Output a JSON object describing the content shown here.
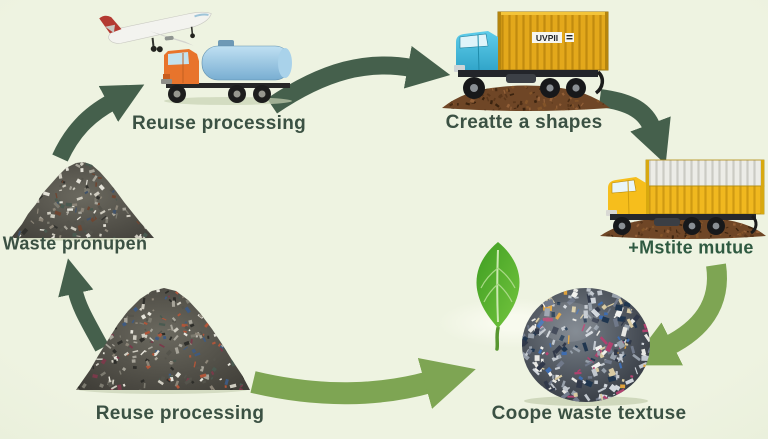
{
  "scene": {
    "description": "Circular waste recycling process diagram with trucks, waste piles, leaf and arrows",
    "background_color": "#eef3e1"
  },
  "labels": {
    "reuse_processing_top": "Reuıse processing",
    "create_shapes": "Creatte a shapes",
    "waste_pronupen": "Waste pronupen",
    "mstite_mutue": "+Mstite mutue",
    "reuse_processing_bottom": "Reuse processing",
    "coope_waste": "Coope waste textuse"
  },
  "container_truck": {
    "container_text": "UVPII"
  },
  "colors": {
    "arrow_dark_green": "#45604c",
    "arrow_light_green": "#7ea553",
    "label_text": "#3b5143",
    "leaf_green": "#4fae27",
    "dirt_brown": "#6f4626",
    "container_yellow": "#e3a81b",
    "cab_blue": "#39b8dc",
    "truck_orange": "#e8742c",
    "tank_blue": "#8fc3e2",
    "truck_yellow": "#f0b81f"
  },
  "arrows": [
    {
      "id": "arrow-tanker-to-container-truck",
      "color": "dark"
    },
    {
      "id": "arrow-container-truck-to-box-truck",
      "color": "dark"
    },
    {
      "id": "arrow-box-truck-to-waste-ball",
      "color": "light"
    },
    {
      "id": "arrow-pile-to-waste-ball",
      "color": "light"
    },
    {
      "id": "arrow-pile-to-waste-label",
      "color": "dark"
    },
    {
      "id": "arrow-waste-pile-to-truck",
      "color": "dark"
    }
  ]
}
